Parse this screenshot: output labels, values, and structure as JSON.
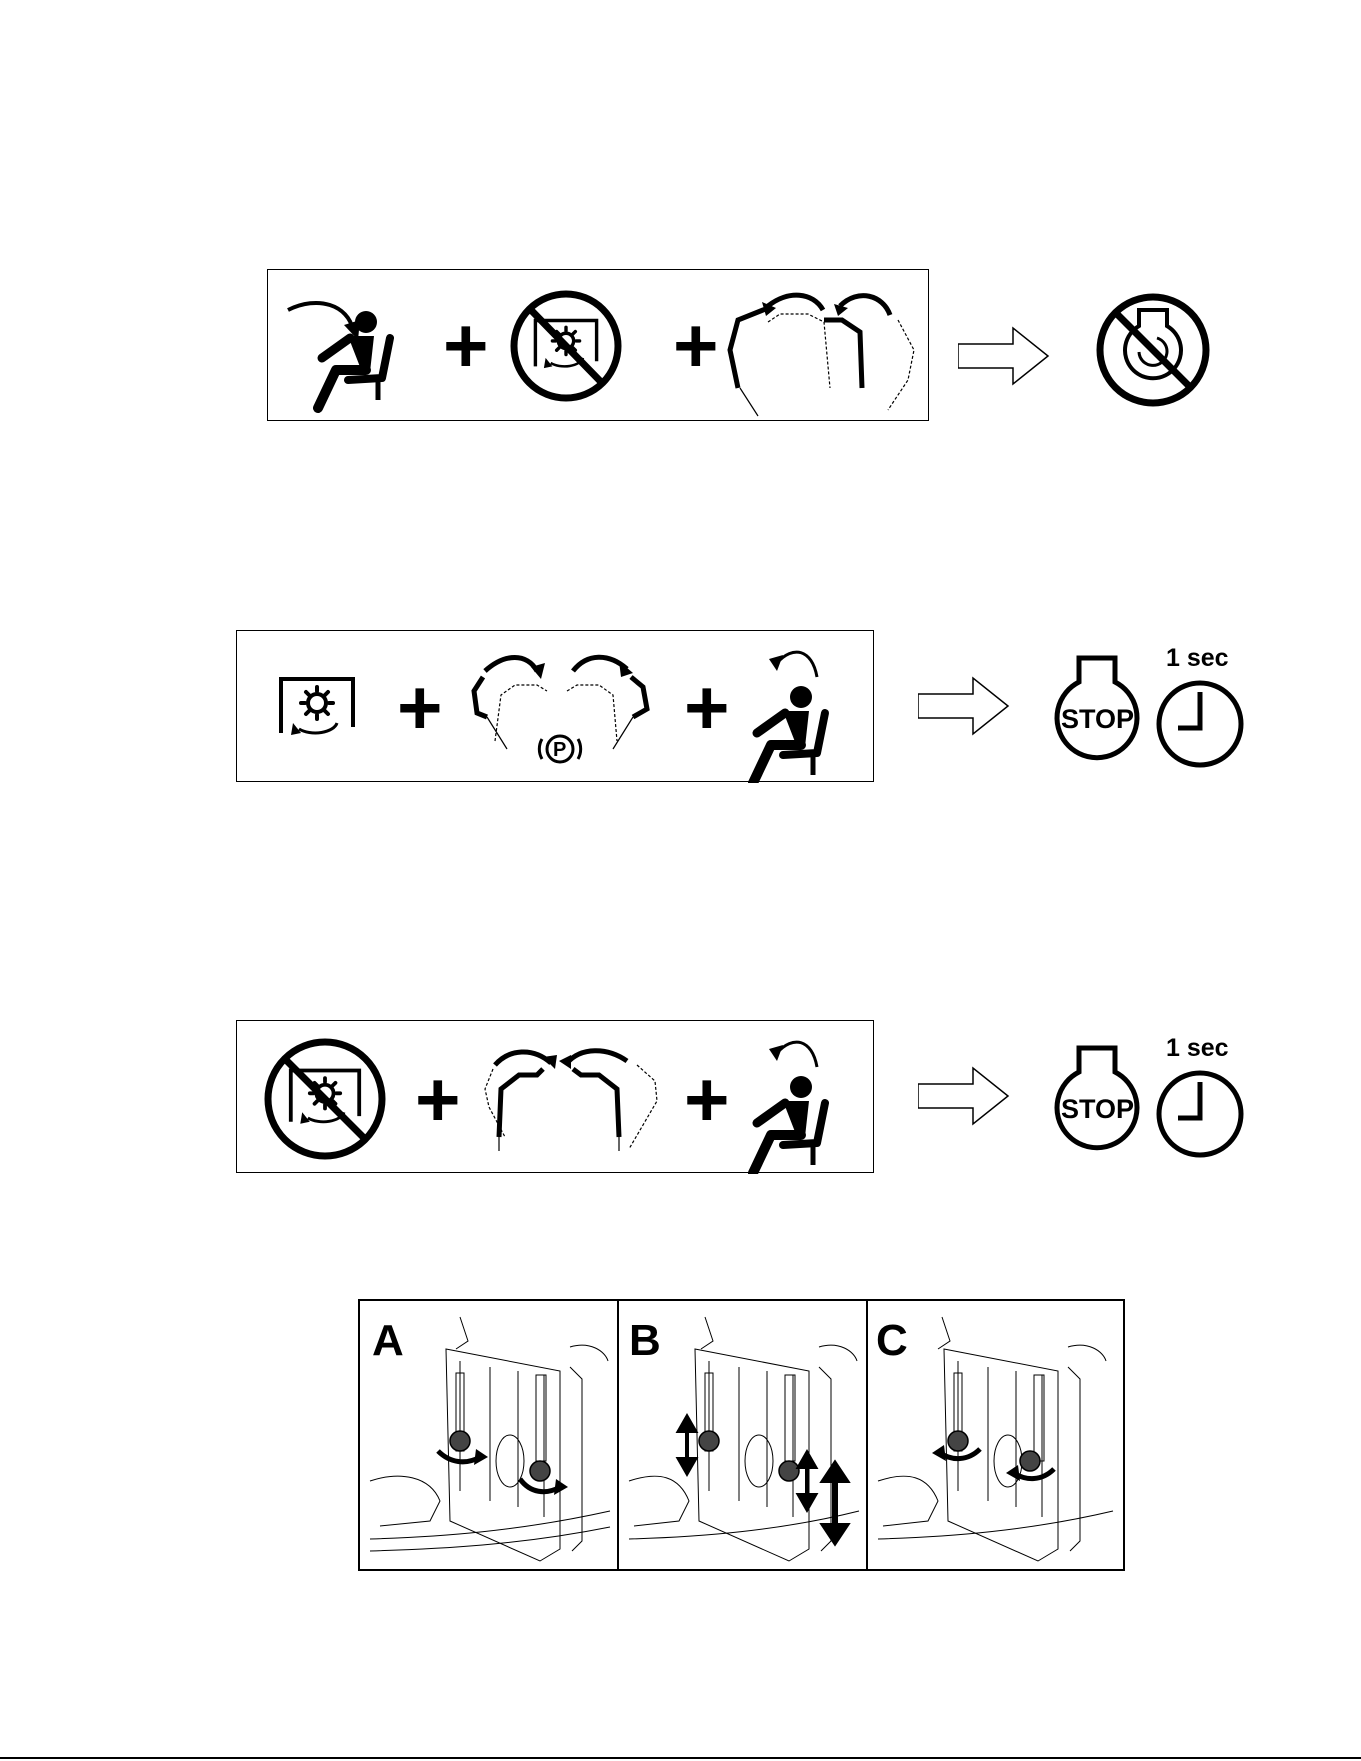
{
  "rows": [
    {
      "plus_labels": [
        "+",
        "+"
      ],
      "result": "engine-prevented-icon"
    },
    {
      "plus_labels": [
        "+",
        "+"
      ],
      "parking_label": "P",
      "stop_label": "STOP",
      "time_label": "1 sec"
    },
    {
      "plus_labels": [
        "+",
        "+"
      ],
      "stop_label": "STOP",
      "time_label": "1 sec"
    }
  ],
  "adjustment": {
    "panels": [
      {
        "letter": "A",
        "icon": "turn-knobs-loosen-icon"
      },
      {
        "letter": "B",
        "icon": "slide-up-down-icon"
      },
      {
        "letter": "C",
        "icon": "turn-knobs-tighten-icon"
      }
    ]
  },
  "icons": [
    "person-sitting-icon",
    "pto-gear-icon",
    "no-pto-icon",
    "steering-levers-icon",
    "arrow-right-icon",
    "no-engine-icon",
    "stop-engine-icon",
    "clock-icon",
    "parking-brake-icon",
    "person-standing-up-icon"
  ]
}
